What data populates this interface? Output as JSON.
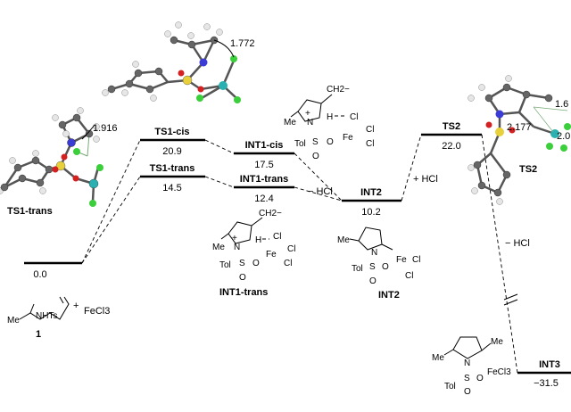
{
  "states": {
    "start": {
      "energy": "0.0"
    },
    "ts1cis": {
      "label": "TS1-cis",
      "energy": "20.9"
    },
    "ts1trans": {
      "label": "TS1-trans",
      "energy": "14.5"
    },
    "int1cis": {
      "label": "INT1-cis",
      "energy": "17.5"
    },
    "int1trans": {
      "label": "INT1-trans",
      "energy": "12.4"
    },
    "int2": {
      "label": "INT2",
      "energy": "10.2"
    },
    "ts2": {
      "label": "TS2",
      "energy": "22.0"
    },
    "int3": {
      "label": "INT3",
      "energy": "−31.5"
    }
  },
  "annotations": {
    "minus_hcl_1": "− HCl",
    "plus_hcl": "+ HCl",
    "minus_hcl_2": "− HCl"
  },
  "structures": {
    "ts1trans_3d": {
      "label": "TS1-trans",
      "distance": "1.916"
    },
    "ts1cis_3d": {
      "distance": "1.772"
    },
    "ts2_3d": {
      "label": "TS2",
      "distance1": "2.177",
      "distance2": "1.6",
      "distance3": "2.0"
    },
    "reactant": {
      "label": "1",
      "me": "Me",
      "nhts": "NHTs",
      "plus": "+",
      "fecl3": "FeCl3"
    },
    "int1cis_struct": {
      "label": "INT1-cis",
      "me": "Me",
      "n": "N",
      "h": "H",
      "s": "S",
      "o1": "O",
      "o2": "O",
      "tol": "Tol",
      "fe": "Fe",
      "cl1": "Cl",
      "cl2": "Cl",
      "cl3": "Cl",
      "ch2": "CH2−",
      "plus": "+"
    },
    "int1trans_struct": {
      "label": "INT1-trans",
      "me": "Me",
      "n": "N",
      "h": "H",
      "s": "S",
      "o1": "O",
      "o2": "O",
      "tol": "Tol",
      "fe": "Fe",
      "cl1": "Cl",
      "cl2": "Cl",
      "cl3": "Cl",
      "ch2": "CH2−",
      "plus": "+"
    },
    "int2_struct": {
      "label": "INT2",
      "me": "Me",
      "n": "N",
      "s": "S",
      "o1": "O",
      "o2": "O",
      "tol": "Tol",
      "fe": "Fe",
      "cl1": "Cl",
      "cl2": "Cl"
    },
    "int3_struct": {
      "me1": "Me",
      "me2": "Me",
      "n": "N",
      "s": "S",
      "o1": "O",
      "o2": "O",
      "tol": "Tol",
      "fecl3": "FeCl3"
    }
  },
  "colors": {
    "carbon": "#777777",
    "hydrogen": "#e6e6e6",
    "nitrogen": "#3b3bd6",
    "oxygen": "#d42020",
    "sulfur": "#e8d03a",
    "iron": "#2ab0b0",
    "chlorine": "#3ccf3c"
  }
}
